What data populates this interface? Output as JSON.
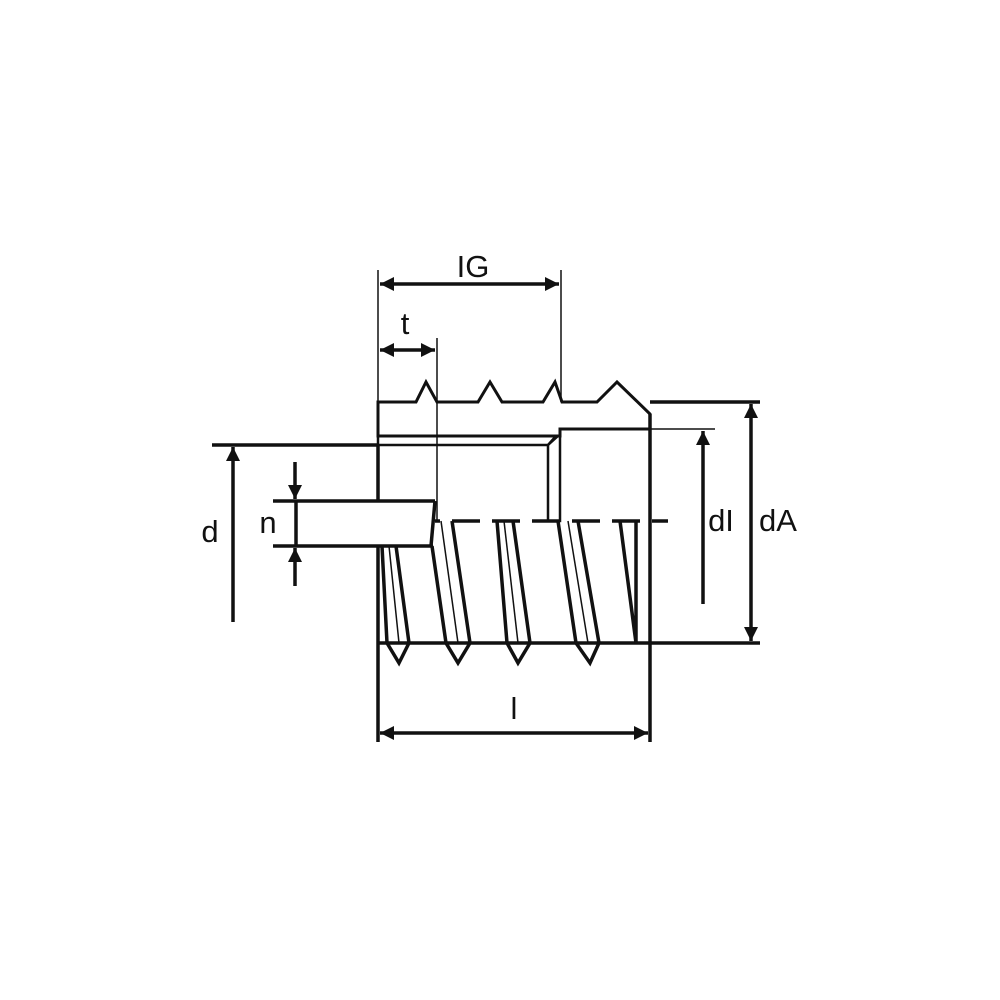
{
  "diagram": {
    "title": "Threaded insert dimension drawing",
    "labels": {
      "ig": "IG",
      "t": "t",
      "d": "d",
      "n": "n",
      "di": "dI",
      "da": "dA",
      "l": "l"
    },
    "colors": {
      "line": "#111111",
      "background": "#ffffff"
    }
  }
}
